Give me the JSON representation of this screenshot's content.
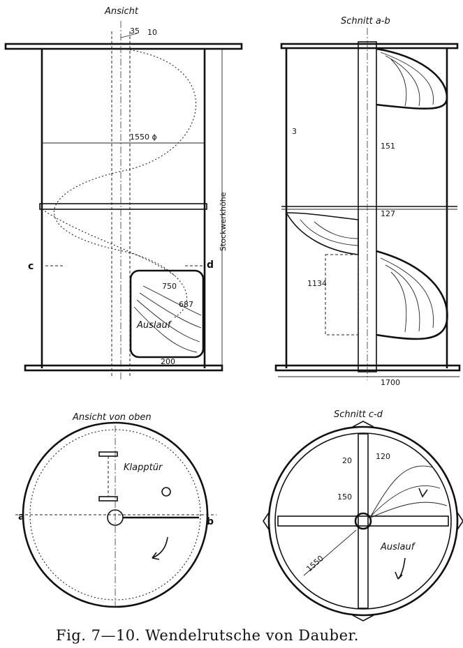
{
  "views": {
    "front": {
      "title": "Ansicht"
    },
    "section_ab": {
      "title": "Schnitt a-b"
    },
    "top": {
      "title": "Ansicht von oben"
    },
    "section_cd": {
      "title": "Schnitt c-d"
    }
  },
  "labels": {
    "storey_height": "Stockwerkhöhe",
    "outlet": "Auslauf",
    "outlet_plan": "Auslauf",
    "trapdoor": "Klapptür",
    "point_c": "c",
    "point_d": "d",
    "point_a": "a",
    "point_b": "b"
  },
  "dimensions": {
    "front": {
      "top_offset": "35",
      "top_gap": "10",
      "diameter": "1550 ϕ",
      "outlet_width": "750",
      "outlet_height": "687",
      "outlet_bottom": "200"
    },
    "section_ab": {
      "wall": "3",
      "core_upper": "151",
      "core_lower": "127",
      "pitch": "1134",
      "overall": "1700"
    },
    "section_cd": {
      "d20": "20",
      "d120": "120",
      "d150": "150",
      "d1550": "1550"
    }
  },
  "caption": "Fig. 7—10.   Wendelrutsche von Dauber."
}
